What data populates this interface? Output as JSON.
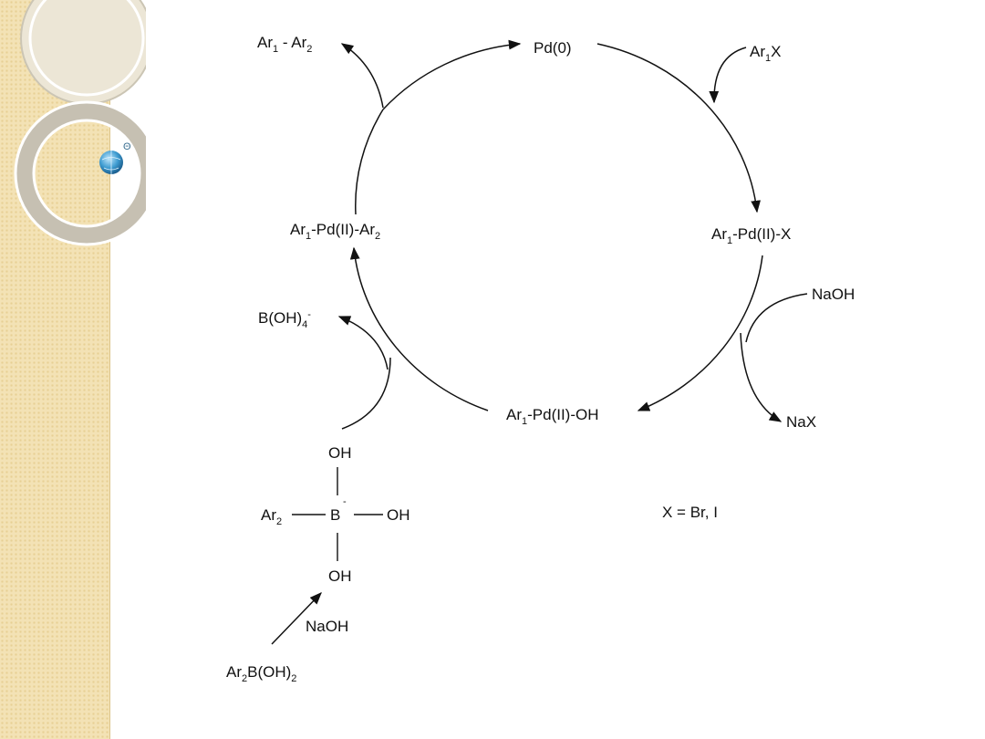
{
  "slide": {
    "sidebar": {
      "badge_symbol": "Θ",
      "colors": {
        "sidebar_bg": "#f3e2b5",
        "ring": "#c9c3b5",
        "orb": "#3d9bd0"
      }
    }
  },
  "diagram": {
    "title": "",
    "labels": {
      "pd0": "Pd(0)",
      "ar1x_ar": "Ar",
      "ar1x_sub": "1",
      "ar1x_x": "X",
      "ox_ar": "Ar",
      "ox_sub": "1",
      "ox_rest": "-Pd(II)-X",
      "naoh_right": "NaOH",
      "nax": "NaX",
      "hyd_ar": "Ar",
      "hyd_sub": "1",
      "hyd_rest": "-Pd(II)-OH",
      "trans_ar1": "Ar",
      "trans_sub1": "1",
      "trans_mid": "-Pd(II)-Ar",
      "trans_sub2": "2",
      "prod_ar1": "Ar",
      "prod_sub1": "1",
      "prod_mid": " - Ar",
      "prod_sub2": "2",
      "borate_main": "B(OH)",
      "borate_sub": "4",
      "borate_sup": "-",
      "boronate_oh_top": "OH",
      "boronate_ar": "Ar",
      "boronate_ar_sub": "2",
      "boronate_b": "B",
      "boronate_charge": "-",
      "boronate_oh_right": "OH",
      "boronate_oh_bottom": "OH",
      "naoh_left": "NaOH",
      "acid_ar": "Ar",
      "acid_sub": "2",
      "acid_rest": "B(OH)",
      "acid_sub2": "2",
      "x_def": "X = Br, I"
    }
  }
}
